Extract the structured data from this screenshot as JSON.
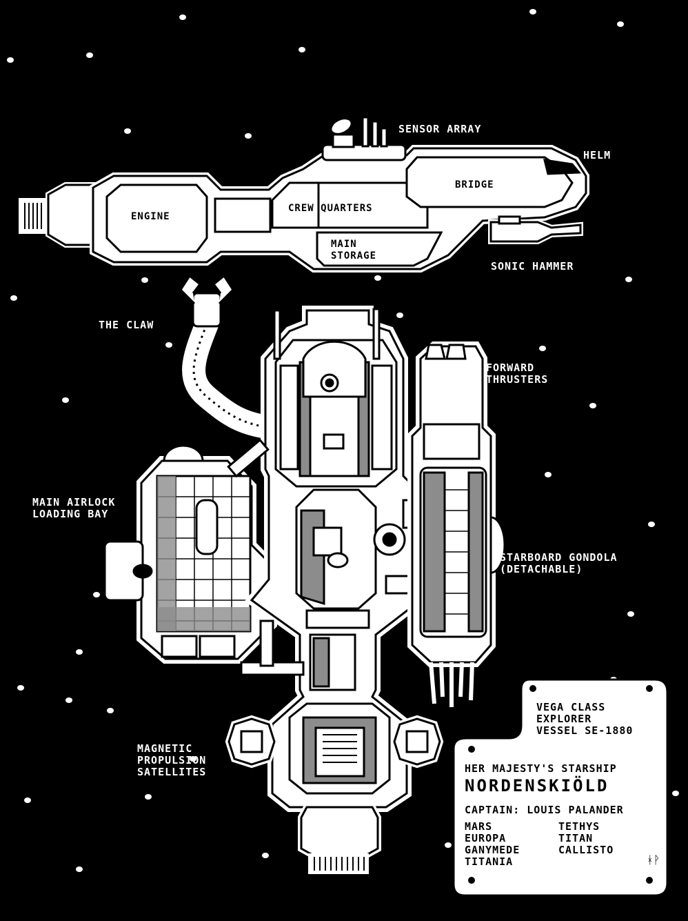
{
  "colors": {
    "background": "#000000",
    "hull": "#ffffff",
    "outline": "#000000",
    "floor_shade": "#8c8c8c"
  },
  "side_view": {
    "rooms": {
      "engine": "ENGINE",
      "crew_quarters": "CREW QUARTERS",
      "bridge": "BRIDGE",
      "main_storage_1": "MAIN",
      "main_storage_2": "STORAGE"
    }
  },
  "labels": {
    "sensor_array": "SENSOR ARRAY",
    "helm": "HELM",
    "sonic_hammer": "SONIC HAMMER",
    "the_claw": "THE CLAW",
    "forward_thrusters_1": "FORWARD",
    "forward_thrusters_2": "THRUSTERS",
    "main_airlock_1": "MAIN AIRLOCK",
    "main_airlock_2": "LOADING BAY",
    "starboard_gondola_1": "STARBOARD GONDOLA",
    "starboard_gondola_2": "(DETACHABLE)",
    "magnetic_1": "MAGNETIC",
    "magnetic_2": "PROPULSION",
    "magnetic_3": "SATELLITES"
  },
  "info_card": {
    "class_1": "VEGA CLASS",
    "class_2": "EXPLORER",
    "class_3": "VESSEL SE-1880",
    "prefix": "HER MAJESTY'S STARSHIP",
    "ship_name": "NORDENSKIÖLD",
    "captain": "CAPTAIN: LOUIS PALANDER",
    "moons": [
      "MARS",
      "TETHYS",
      "EUROPA",
      "TITAN",
      "GANYMEDE",
      "CALLISTO",
      "TITANIA"
    ],
    "signature": "ᚼᚹ"
  }
}
